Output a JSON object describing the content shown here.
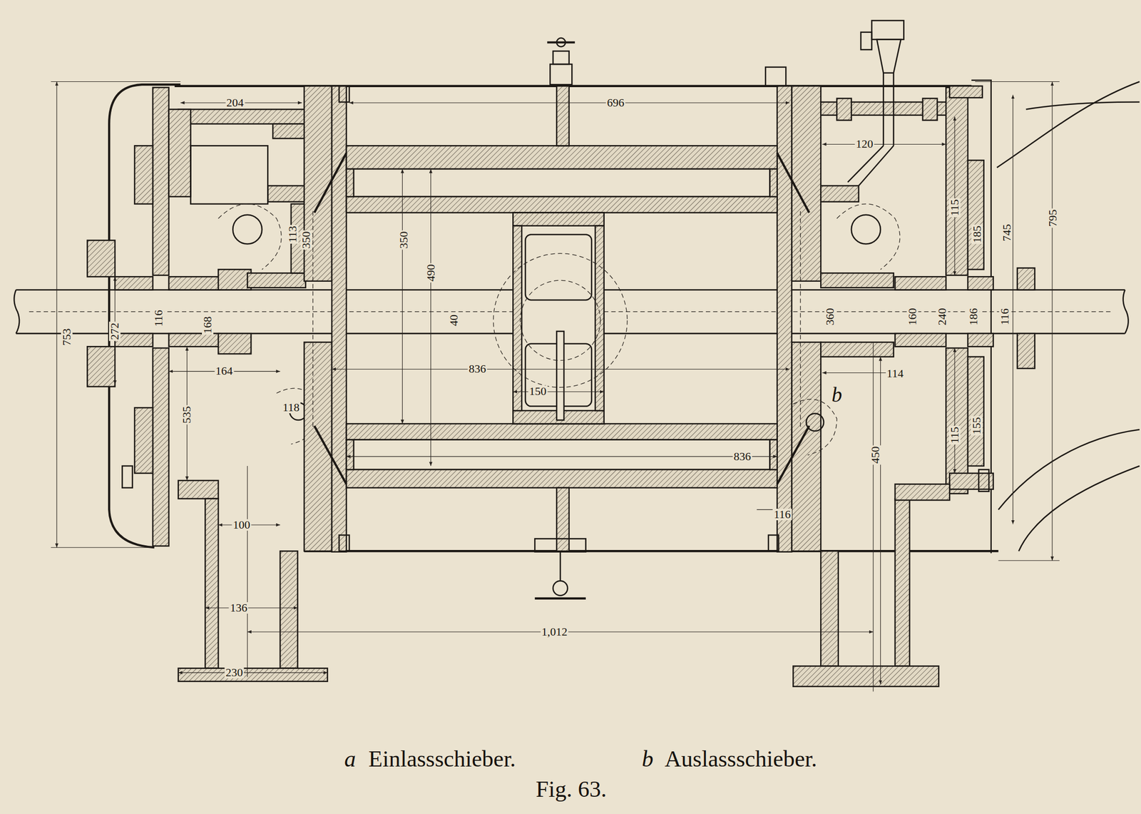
{
  "diagram": {
    "caption": "Fig. 63.",
    "labels": [
      "204",
      "696",
      "120",
      "113",
      "350",
      "350",
      "490",
      "40",
      "836",
      "150",
      "836",
      "753",
      "272",
      "116",
      "168",
      "164",
      "118",
      "535",
      "100",
      "136",
      "230",
      "1,012",
      "360",
      "160",
      "240",
      "186",
      "116",
      "115",
      "185",
      "745",
      "795",
      "114",
      "115",
      "155",
      "450",
      "116",
      "b",
      "a",
      "Einlassschieber.",
      "b",
      "Auslassschieber."
    ]
  }
}
